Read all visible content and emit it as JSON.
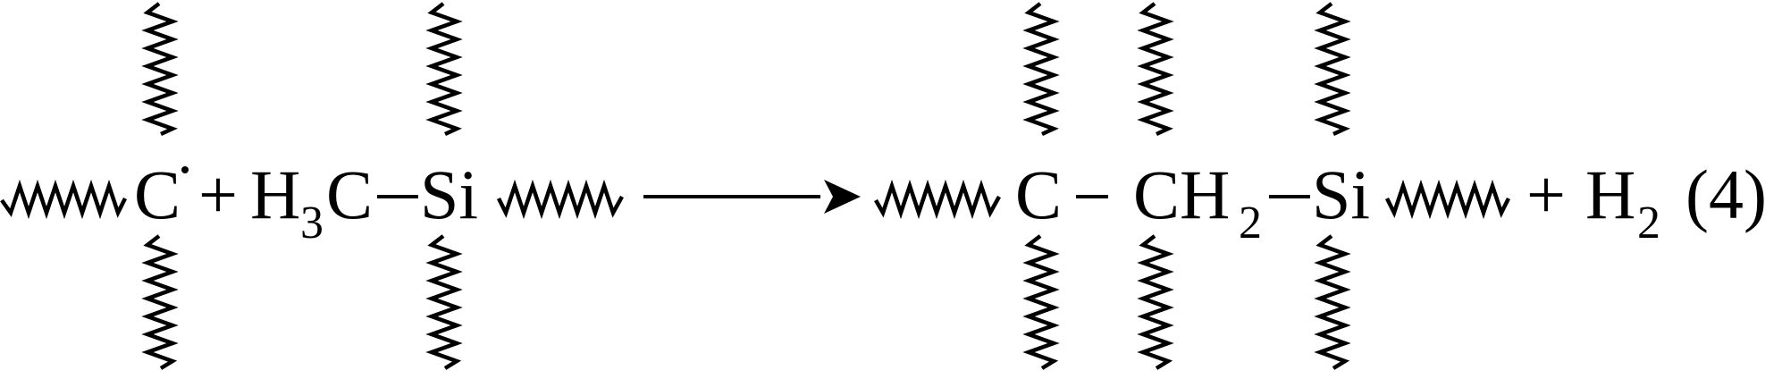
{
  "equation": {
    "reactant_carbon": "C",
    "plus_1": "+",
    "methyl_h": "H",
    "methyl_sub": "3",
    "methyl_c": "C",
    "bond_1": "–",
    "reactant_si": "Si",
    "product_carbon": "C",
    "bond_2": "–",
    "methylene_ch": "CH",
    "methylene_sub": "2",
    "bond_3": "–",
    "product_si": "Si",
    "plus_2": "+",
    "hydrogen_h": "H",
    "hydrogen_sub": "2",
    "equation_number": "(4)"
  }
}
